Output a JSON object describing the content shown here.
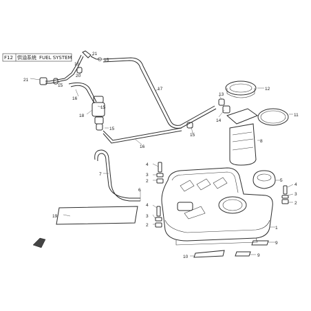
{
  "title": {
    "code": "F12",
    "cn": "供油系统",
    "en": "FUEL SYSTEM"
  },
  "callouts": [
    "1",
    "2",
    "3",
    "4",
    "5",
    "6",
    "7",
    "8",
    "9",
    "10",
    "11",
    "12",
    "13",
    "14",
    "15",
    "16",
    "17",
    "18",
    "19",
    "20",
    "21"
  ],
  "colors": {
    "line": "#2a2a2a",
    "background": "#ffffff"
  }
}
